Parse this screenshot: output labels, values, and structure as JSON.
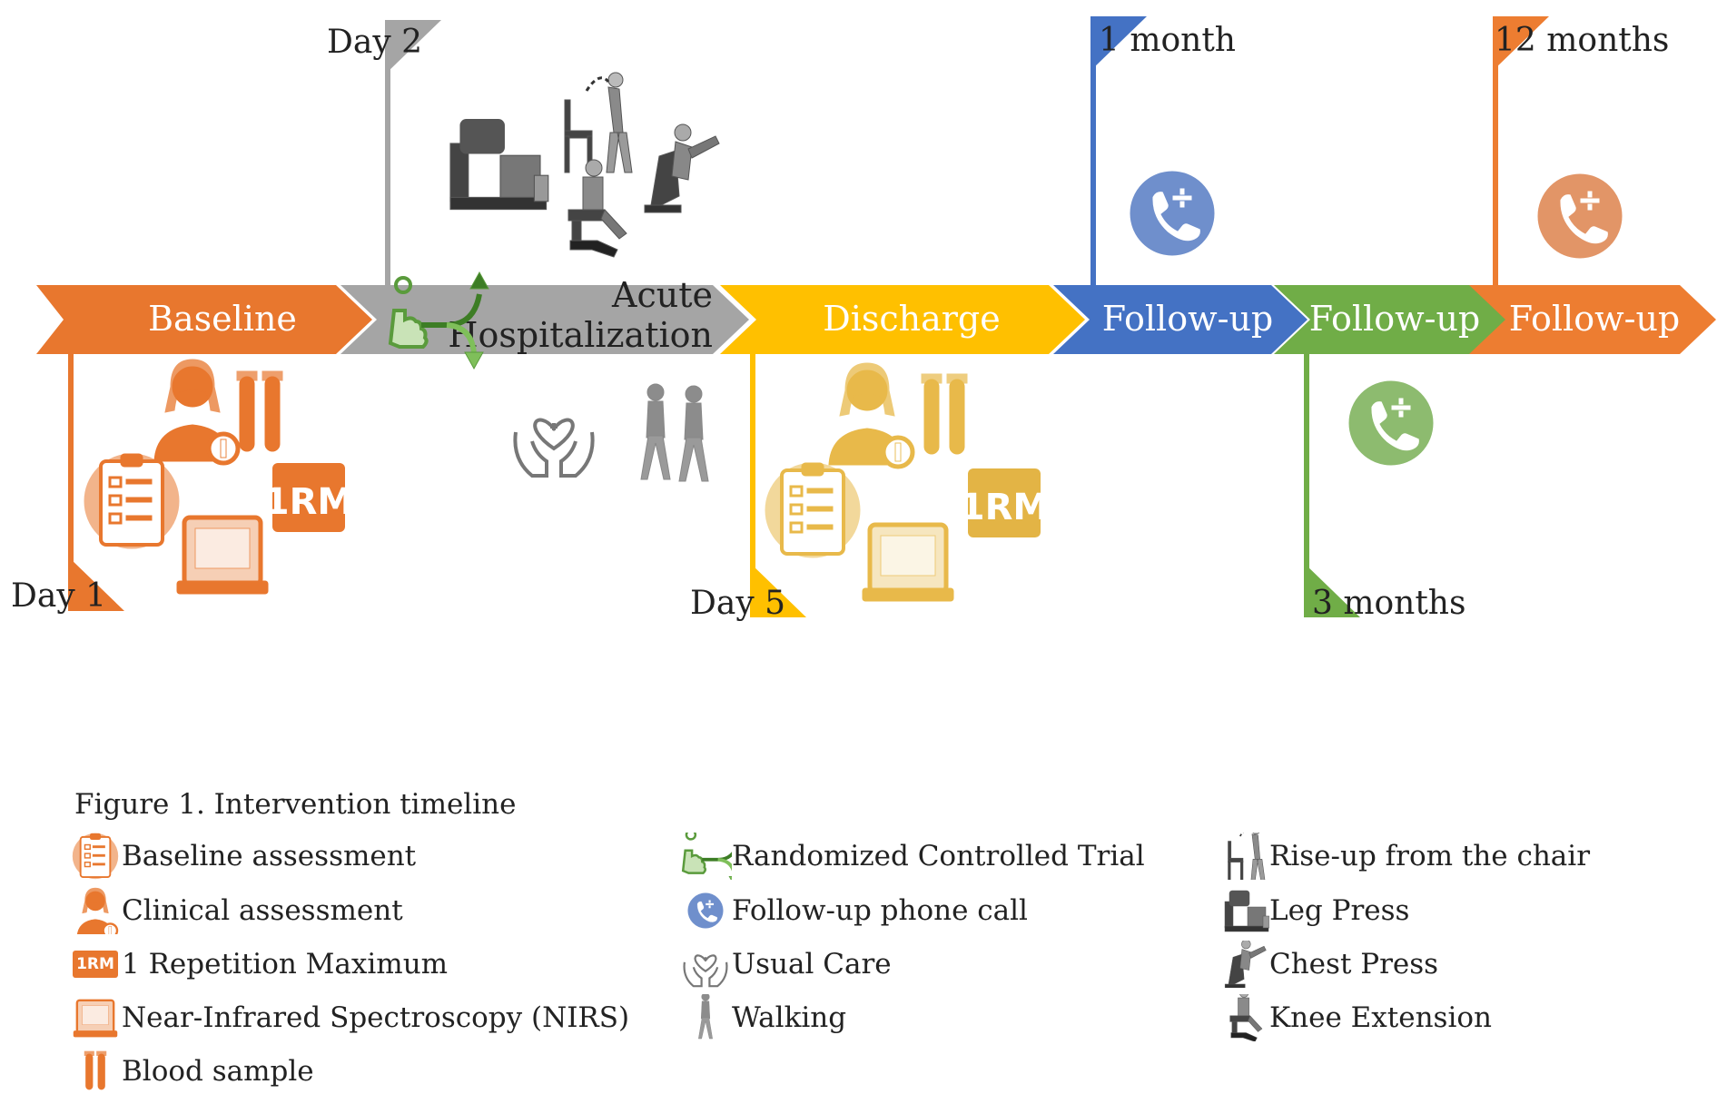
{
  "timeline": {
    "phases": [
      {
        "label": "Baseline",
        "color": "#E8772E"
      },
      {
        "label": "Acute\nHospitalization",
        "color": "#A5A5A5"
      },
      {
        "label": "Discharge",
        "color": "#FFC000"
      },
      {
        "label": "Follow-up",
        "color": "#4472C4"
      },
      {
        "label": "Follow-up",
        "color": "#70AD47"
      },
      {
        "label": "Follow-up",
        "color": "#ED7D31"
      }
    ],
    "flags": {
      "day1": {
        "word": "Day",
        "num": "1",
        "color": "#E8772E"
      },
      "day2": {
        "word": "Day",
        "num": "2",
        "color": "#A5A5A5"
      },
      "day5": {
        "word": "Day",
        "num": "5",
        "color": "#FFC000"
      },
      "m1": {
        "num": "1",
        "word": "month",
        "color": "#4472C4"
      },
      "m3": {
        "num": "3",
        "word": "months",
        "color": "#70AD47"
      },
      "m12": {
        "num": "12",
        "word": "months",
        "color": "#ED7D31"
      }
    },
    "icon_badges": {
      "one_rm": "1RM"
    }
  },
  "legend": {
    "title": "Figure 1. Intervention timeline",
    "col1": [
      {
        "icon": "clipboard-icon",
        "text": "Baseline assessment"
      },
      {
        "icon": "doctor-icon",
        "text": "Clinical assessment"
      },
      {
        "icon": "1rm-icon",
        "badge": "1RM",
        "text": "1 Repetition Maximum"
      },
      {
        "icon": "nirs-device-icon",
        "text": "Near-Infrared Spectroscopy (NIRS)"
      },
      {
        "icon": "blood-tube-icon",
        "text": "Blood sample"
      }
    ],
    "col2": [
      {
        "icon": "randomization-icon",
        "text": "Randomized Controlled Trial"
      },
      {
        "icon": "phone-call-icon",
        "text": "Follow-up phone call"
      },
      {
        "icon": "care-hands-icon",
        "text": "Usual Care"
      },
      {
        "icon": "walking-icon",
        "text": "Walking"
      }
    ],
    "col3": [
      {
        "icon": "rise-chair-icon",
        "text": "Rise-up from the chair"
      },
      {
        "icon": "leg-press-icon",
        "text": "Leg Press"
      },
      {
        "icon": "chest-press-icon",
        "text": "Chest Press"
      },
      {
        "icon": "knee-extension-icon",
        "text": "Knee Extension"
      }
    ]
  }
}
